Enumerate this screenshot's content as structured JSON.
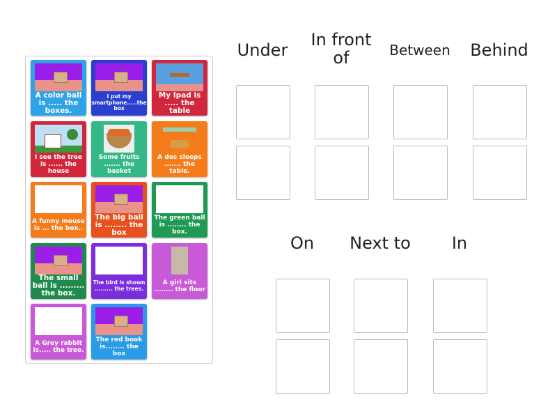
{
  "cards": [
    {
      "text": "A color ball is ..... the boxes.",
      "color": "#2ea3e8",
      "scene": "purple"
    },
    {
      "text": "I put my smartphone.....the box",
      "color": "#2a3fd0",
      "scene": "purple"
    },
    {
      "text": "My Ipad is ..... the table",
      "color": "#d1263b",
      "scene": "blue"
    },
    {
      "text": "I see the tree is ...... the house",
      "color": "#d1263b",
      "scene": "house"
    },
    {
      "text": "Some fruits ....... the basket",
      "color": "#35b887",
      "scene": "fruit"
    },
    {
      "text": "A dos sleeps ....... the table.",
      "color": "#f57c1a",
      "scene": "table"
    },
    {
      "text": "A funny mouse is ... the box..",
      "color": "#f57c1a",
      "scene": "white"
    },
    {
      "text": "The big ball is ........ the box",
      "color": "#e8501e",
      "scene": "purple"
    },
    {
      "text": "The green ball is ........ the box.",
      "color": "#1f9a55",
      "scene": "white"
    },
    {
      "text": "The small ball is ......... the box.",
      "color": "#1f8a4c",
      "scene": "purple"
    },
    {
      "text": "The bird is shown ......... the trees.",
      "color": "#7a2ee0",
      "scene": "white"
    },
    {
      "text": "A girl sits ........ the floor",
      "color": "#c85ad8",
      "scene": "photo"
    },
    {
      "text": "A Grey rabbit is..... the tree.",
      "color": "#c85ad8",
      "scene": "white"
    },
    {
      "text": "The red book is........ the box",
      "color": "#2a9be6",
      "scene": "purple"
    }
  ],
  "groups": [
    {
      "label": "Under"
    },
    {
      "label": "In front of"
    },
    {
      "label": "Between"
    },
    {
      "label": "Behind"
    },
    {
      "label": "On"
    },
    {
      "label": "Next to"
    },
    {
      "label": "In"
    }
  ]
}
